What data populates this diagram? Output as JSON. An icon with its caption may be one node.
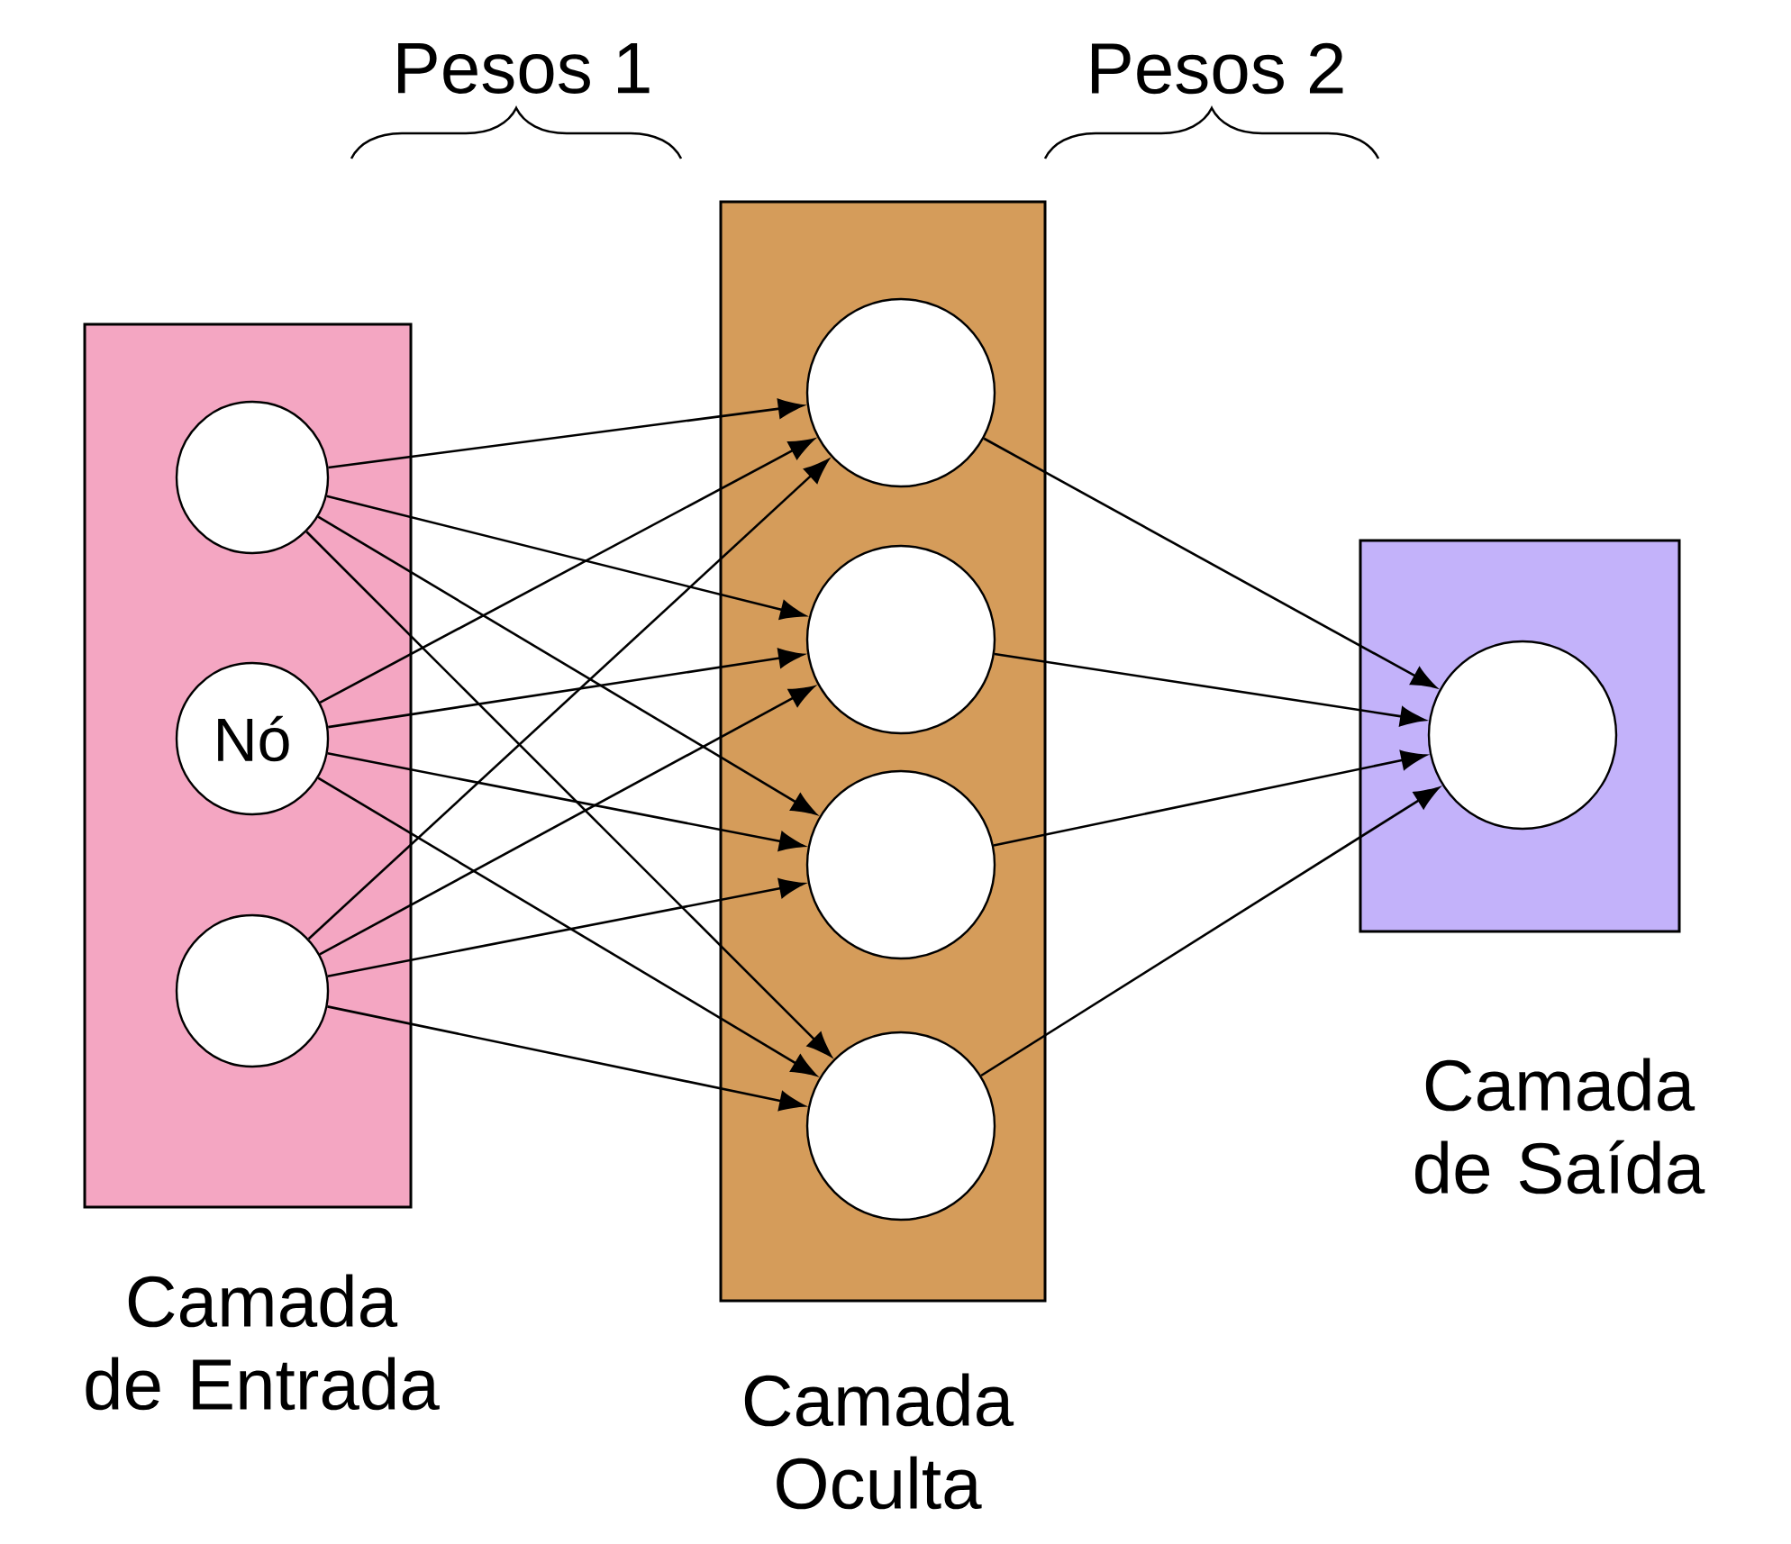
{
  "diagram": {
    "nodes": [
      {
        "text": [
          "Camada de Entrada"
        ]
      },
      {
        "text": [],
        "shape": "circle",
        "in": 0
      },
      {
        "text": [
          "Nó"
        ],
        "in": 0
      },
      {
        "text": [],
        "shape": "circle",
        "in": 0
      },
      {
        "text": [
          "Camada Oculta"
        ]
      },
      {
        "text": [],
        "shape": "circle",
        "in": 4
      },
      {
        "text": [],
        "shape": "circle",
        "in": 4
      },
      {
        "text": [],
        "shape": "circle",
        "in": 4
      },
      {
        "text": [],
        "shape": "circle",
        "in": 4
      },
      {
        "text": [
          "Camada de Saída"
        ]
      },
      {
        "text": [],
        "shape": "circle",
        "in": 9
      }
    ],
    "edges": [
      {
        "from": 1,
        "to": 5,
        "arrow": "to"
      },
      {
        "from": 1,
        "to": 6,
        "arrow": "to"
      },
      {
        "from": 1,
        "to": 7,
        "arrow": "to"
      },
      {
        "from": 1,
        "to": 8,
        "arrow": "to"
      },
      {
        "from": 2,
        "to": 5,
        "arrow": "to"
      },
      {
        "from": 2,
        "to": 6,
        "arrow": "to"
      },
      {
        "from": 2,
        "to": 7,
        "arrow": "to"
      },
      {
        "from": 2,
        "to": 8,
        "arrow": "to"
      },
      {
        "from": 3,
        "to": 5,
        "arrow": "to"
      },
      {
        "from": 3,
        "to": 6,
        "arrow": "to"
      },
      {
        "from": 3,
        "to": 7,
        "arrow": "to"
      },
      {
        "from": 3,
        "to": 8,
        "arrow": "to"
      },
      {
        "from": 5,
        "to": 10,
        "arrow": "to"
      },
      {
        "from": 6,
        "to": 10,
        "arrow": "to"
      },
      {
        "from": 7,
        "to": 10,
        "arrow": "to"
      },
      {
        "from": 8,
        "to": 10,
        "arrow": "to"
      }
    ],
    "labels": [
      "Pesos 1",
      "Pesos 2"
    ]
  }
}
